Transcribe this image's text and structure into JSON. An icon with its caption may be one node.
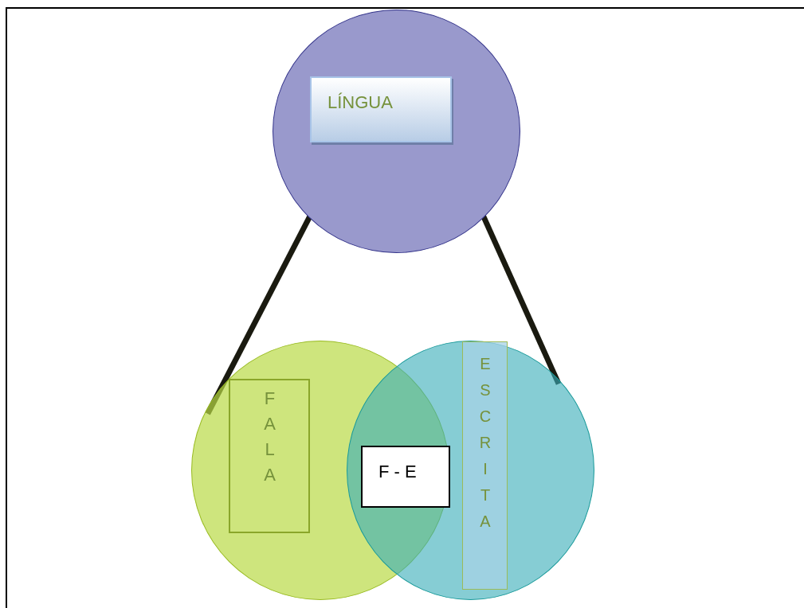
{
  "diagram": {
    "nodes": [
      {
        "text": [],
        "shape": "circle"
      },
      {
        "text": [
          "LÍNGUA"
        ],
        "in": 0
      },
      {
        "text": [],
        "shape": "circle"
      },
      {
        "text": [
          "FALA"
        ],
        "in": 2
      },
      {
        "text": [],
        "shape": "circle"
      },
      {
        "text": [
          "ESCRITA"
        ],
        "in": 4
      },
      {
        "text": [
          "F - E"
        ]
      }
    ],
    "edges": [
      {
        "from": 0,
        "to": 2,
        "arrow": "none"
      },
      {
        "from": 0,
        "to": 4,
        "arrow": "none"
      }
    ]
  }
}
